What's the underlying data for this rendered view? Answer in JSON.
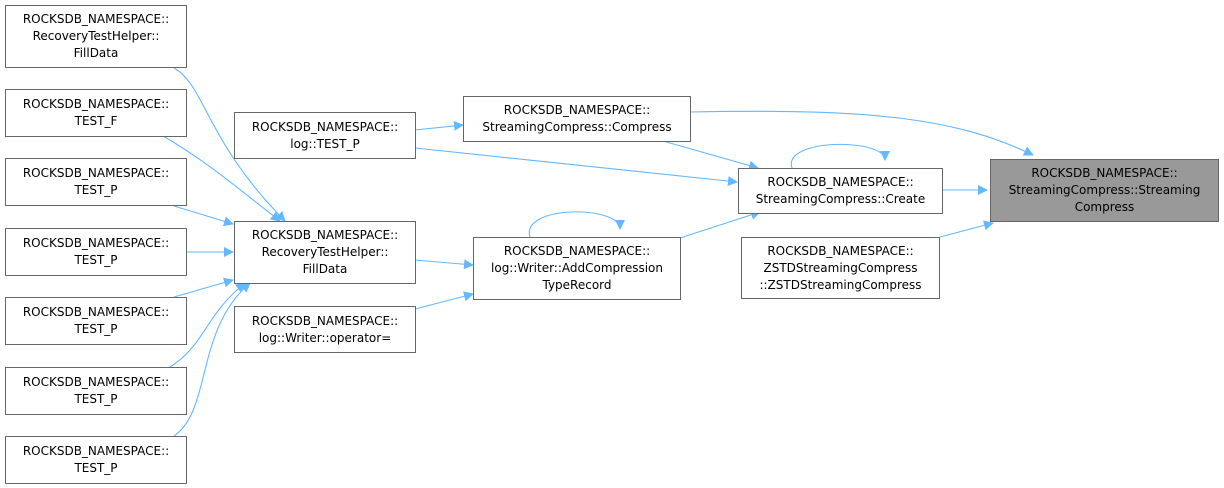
{
  "colors": {
    "edge": "#63b8ff",
    "node_border": "#666666",
    "node_fill": "#ffffff",
    "focus_fill": "#999999"
  },
  "nodes": {
    "n_fill_helper_top": {
      "text": "ROCKSDB_NAMESPACE::\nRecoveryTestHelper::\nFillData"
    },
    "n_test_f": {
      "text": "ROCKSDB_NAMESPACE::\nTEST_F"
    },
    "n_test_p_1": {
      "text": "ROCKSDB_NAMESPACE::\nTEST_P"
    },
    "n_test_p_2": {
      "text": "ROCKSDB_NAMESPACE::\nTEST_P"
    },
    "n_test_p_3": {
      "text": "ROCKSDB_NAMESPACE::\nTEST_P"
    },
    "n_test_p_4": {
      "text": "ROCKSDB_NAMESPACE::\nTEST_P"
    },
    "n_test_p_5": {
      "text": "ROCKSDB_NAMESPACE::\nTEST_P"
    },
    "n_log_test_p": {
      "text": "ROCKSDB_NAMESPACE::\nlog::TEST_P"
    },
    "n_fill_data": {
      "text": "ROCKSDB_NAMESPACE::\nRecoveryTestHelper::\nFillData"
    },
    "n_writer_operator": {
      "text": "ROCKSDB_NAMESPACE::\nlog::Writer::operator="
    },
    "n_compress": {
      "text": "ROCKSDB_NAMESPACE::\nStreamingCompress::Compress"
    },
    "n_add_record": {
      "text": "ROCKSDB_NAMESPACE::\nlog::Writer::AddCompression\nTypeRecord"
    },
    "n_create": {
      "text": "ROCKSDB_NAMESPACE::\nStreamingCompress::Create"
    },
    "n_zstd": {
      "text": "ROCKSDB_NAMESPACE::\nZSTDStreamingCompress\n::ZSTDStreamingCompress"
    },
    "n_focus": {
      "text": "ROCKSDB_NAMESPACE::\nStreamingCompress::Streaming\nCompress"
    }
  }
}
